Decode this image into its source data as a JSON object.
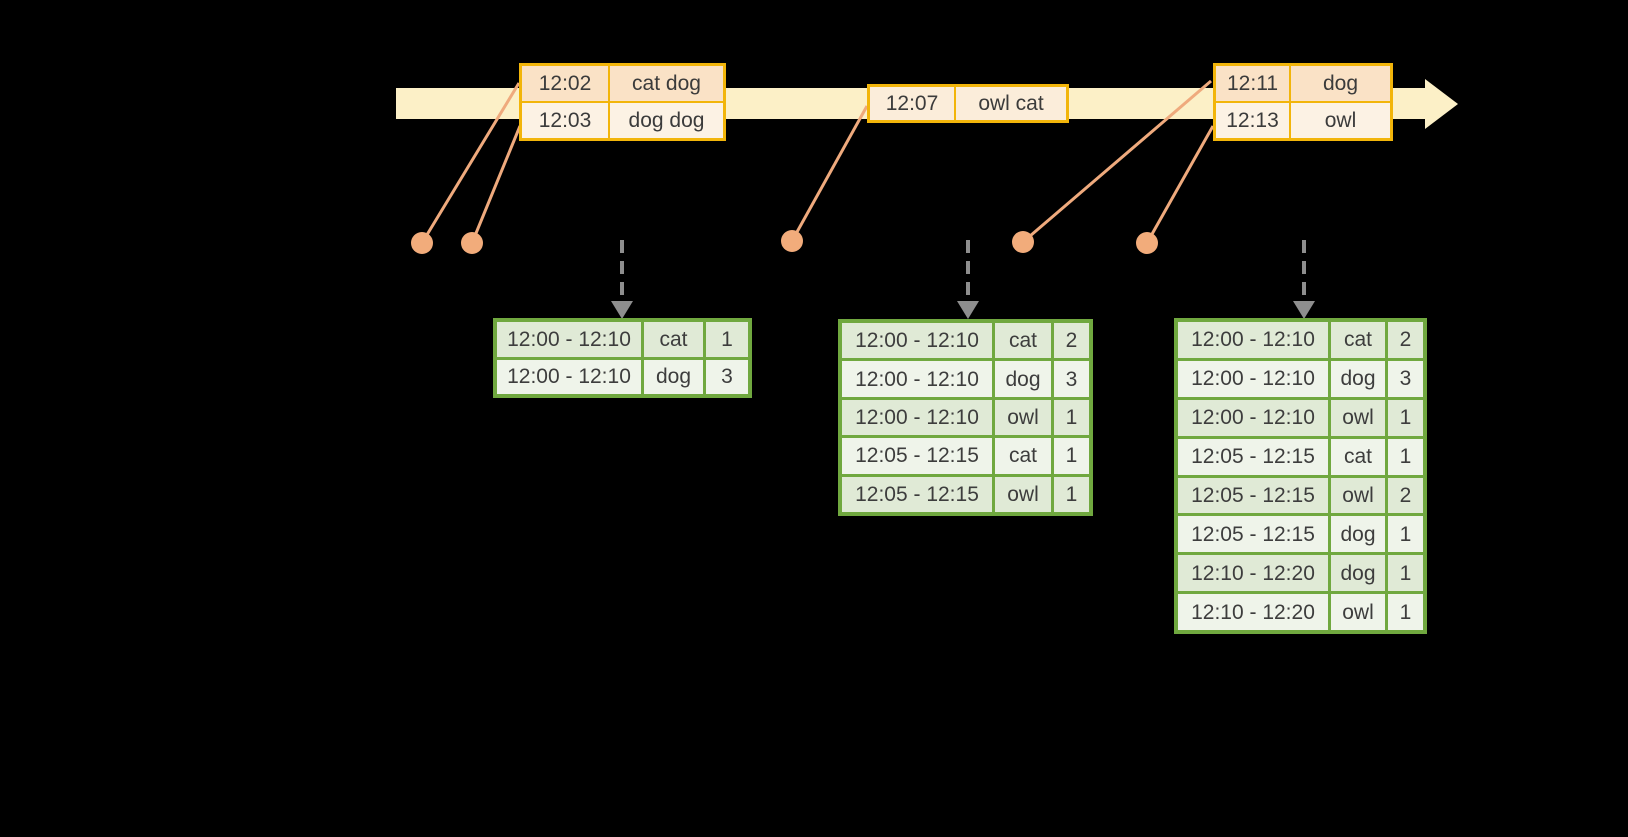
{
  "diagram_type": "streaming-windowed-word-count-timeline",
  "colors": {
    "background": "#000000",
    "timeline_fill": "#FCF0C7",
    "event_border": "#F2B50A",
    "event_row_fills": [
      "#FAE2C6",
      "#FCF2E4"
    ],
    "event_single_row_fills": [
      "#FBEDDA"
    ],
    "connector_line": "#EFAA7D",
    "trigger_dot": "#F2AC7B",
    "trigger_arrow": "#8E8E8E",
    "result_border": "#70A83F",
    "result_row_fills": [
      "#E0EAD6",
      "#EFF4EA"
    ],
    "text": "#3B3B3B"
  },
  "event_tables": [
    {
      "name": "input-batch-1",
      "rows": [
        {
          "time": "12:02",
          "words": "cat dog"
        },
        {
          "time": "12:03",
          "words": "dog dog"
        }
      ]
    },
    {
      "name": "input-batch-2",
      "rows": [
        {
          "time": "12:07",
          "words": "owl cat"
        }
      ]
    },
    {
      "name": "input-batch-3",
      "rows": [
        {
          "time": "12:11",
          "words": "dog"
        },
        {
          "time": "12:13",
          "words": "owl"
        }
      ]
    }
  ],
  "result_tables": [
    {
      "name": "windowed-counts-1",
      "rows": [
        {
          "window": "12:00 - 12:10",
          "word": "cat",
          "count": "1"
        },
        {
          "window": "12:00 - 12:10",
          "word": "dog",
          "count": "3"
        }
      ]
    },
    {
      "name": "windowed-counts-2",
      "rows": [
        {
          "window": "12:00 - 12:10",
          "word": "cat",
          "count": "2"
        },
        {
          "window": "12:00 - 12:10",
          "word": "dog",
          "count": "3"
        },
        {
          "window": "12:00 - 12:10",
          "word": "owl",
          "count": "1"
        },
        {
          "window": "12:05 - 12:15",
          "word": "cat",
          "count": "1"
        },
        {
          "window": "12:05 - 12:15",
          "word": "owl",
          "count": "1"
        }
      ]
    },
    {
      "name": "windowed-counts-3",
      "rows": [
        {
          "window": "12:00 - 12:10",
          "word": "cat",
          "count": "2"
        },
        {
          "window": "12:00 - 12:10",
          "word": "dog",
          "count": "3"
        },
        {
          "window": "12:00 - 12:10",
          "word": "owl",
          "count": "1"
        },
        {
          "window": "12:05 - 12:15",
          "word": "cat",
          "count": "1"
        },
        {
          "window": "12:05 - 12:15",
          "word": "owl",
          "count": "2"
        },
        {
          "window": "12:05 - 12:15",
          "word": "dog",
          "count": "1"
        },
        {
          "window": "12:10 - 12:20",
          "word": "dog",
          "count": "1"
        },
        {
          "window": "12:10 - 12:20",
          "word": "owl",
          "count": "1"
        }
      ]
    }
  ]
}
